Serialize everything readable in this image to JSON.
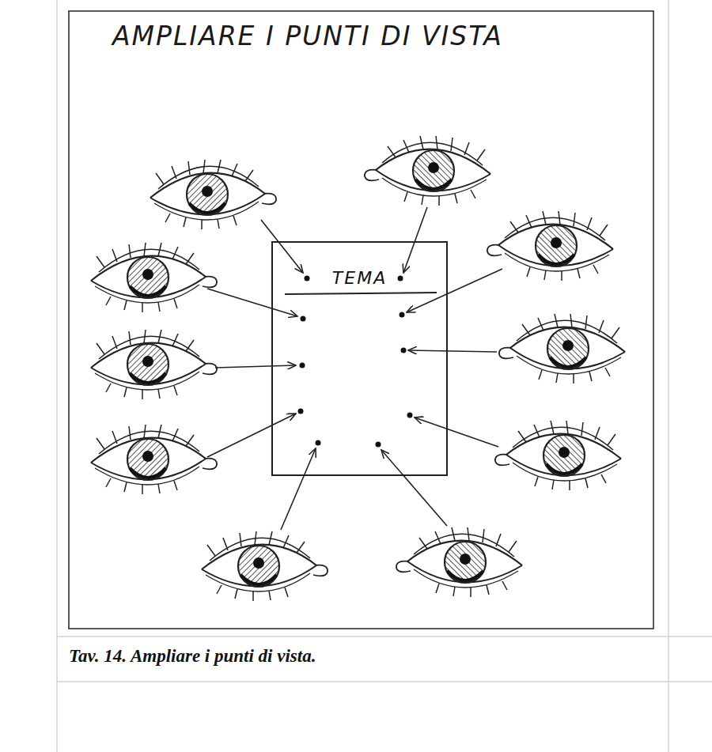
{
  "diagram": {
    "title": "AMPLIARE I PUNTI DI VISTA",
    "caption": "Tav. 14. Ampliare i punti di vista.",
    "nodes": [
      {
        "text": [
          "TEMA"
        ]
      }
    ]
  }
}
